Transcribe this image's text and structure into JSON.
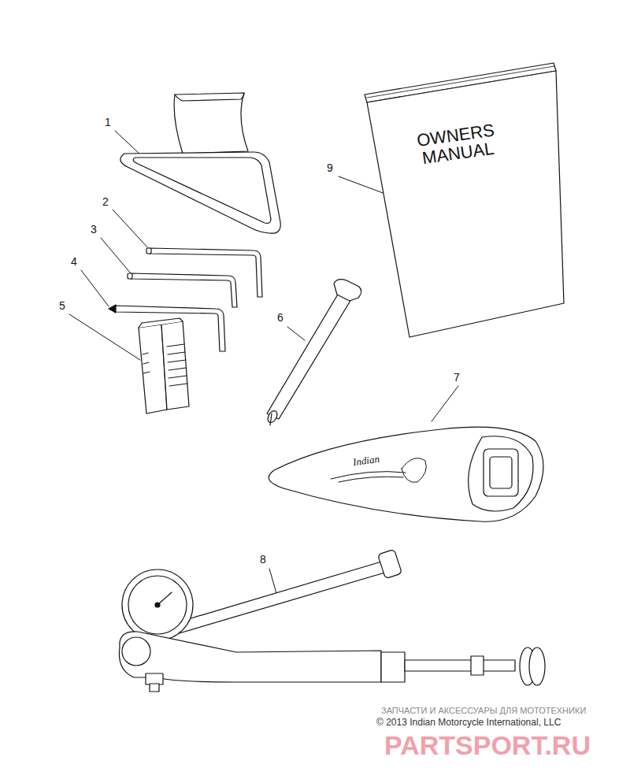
{
  "diagram": {
    "nodes": [
      {
        "text": [
          "OWNERS MANUAL"
        ]
      }
    ],
    "labels": [
      "1",
      "2",
      "3",
      "4",
      "5",
      "6",
      "7",
      "8",
      "9",
      "Indian",
      "ЗАПЧАСТИ И АКСЕССУАРЫ ДЛЯ МОТОТЕХНИКИ",
      "© 2013 Indian Motorcycle International, LLC",
      "PARTSPORT.RU"
    ]
  }
}
